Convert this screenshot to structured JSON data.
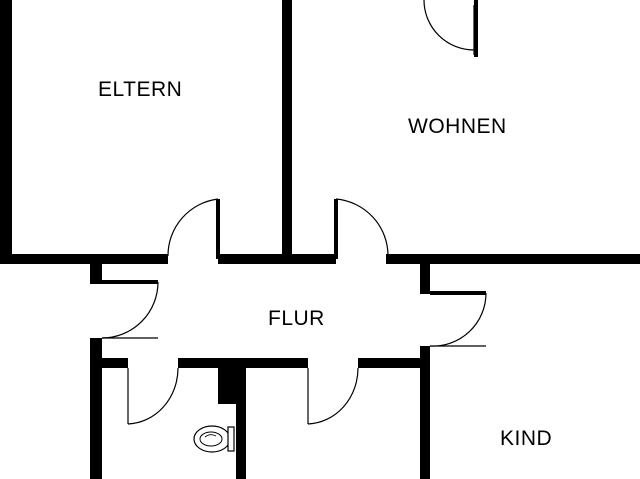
{
  "rooms": {
    "eltern": "ELTERN",
    "wohnen": "WOHNEN",
    "flur": "FLUR",
    "kind": "KIND"
  },
  "icons": {
    "toilet": "toilet-icon"
  },
  "colors": {
    "wall": "#000000",
    "background": "#ffffff"
  }
}
